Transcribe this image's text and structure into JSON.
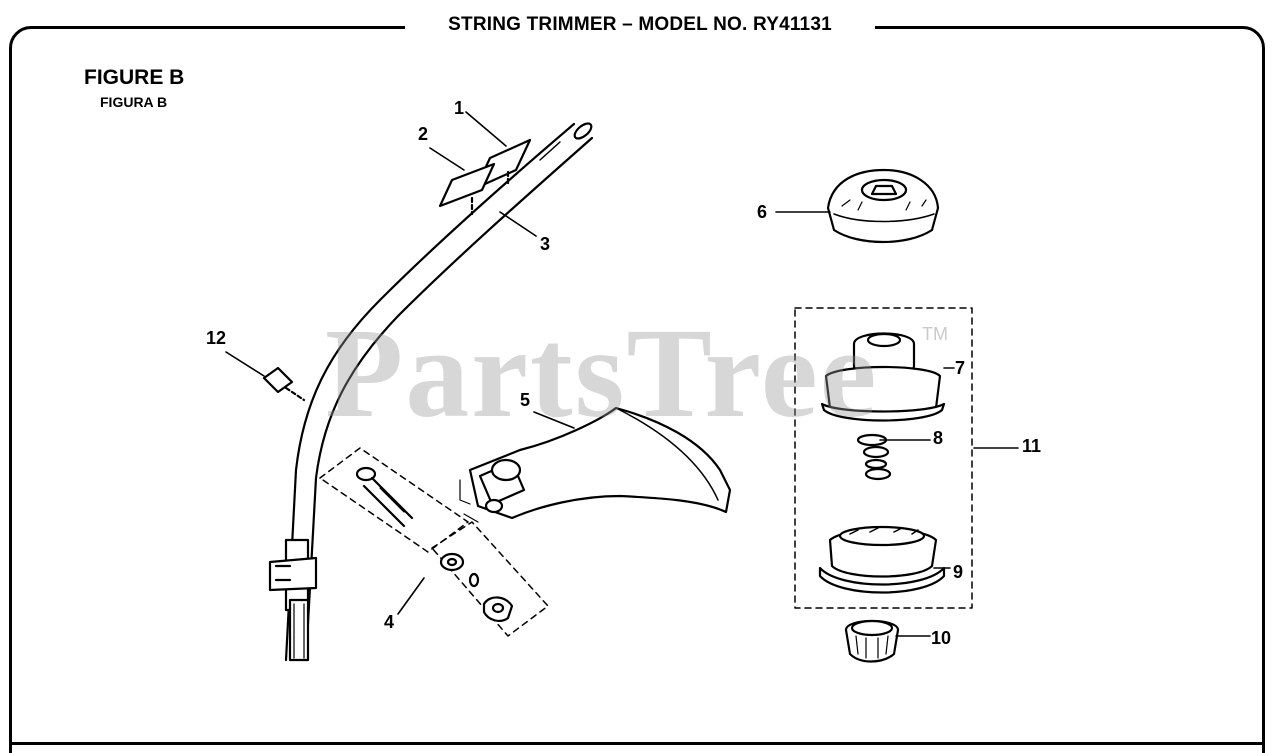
{
  "header": {
    "title": "STRING TRIMMER – MODEL NO. RY41131"
  },
  "figure": {
    "title": "FIGURE B",
    "subtitle": "FIGURA B"
  },
  "watermark": {
    "text": "PartsTree",
    "trademark": "TM"
  },
  "callouts": {
    "c1": "1",
    "c2": "2",
    "c3": "3",
    "c4": "4",
    "c5": "5",
    "c6": "6",
    "c7": "7",
    "c8": "8",
    "c9": "9",
    "c10": "10",
    "c11": "11",
    "c12": "12"
  }
}
